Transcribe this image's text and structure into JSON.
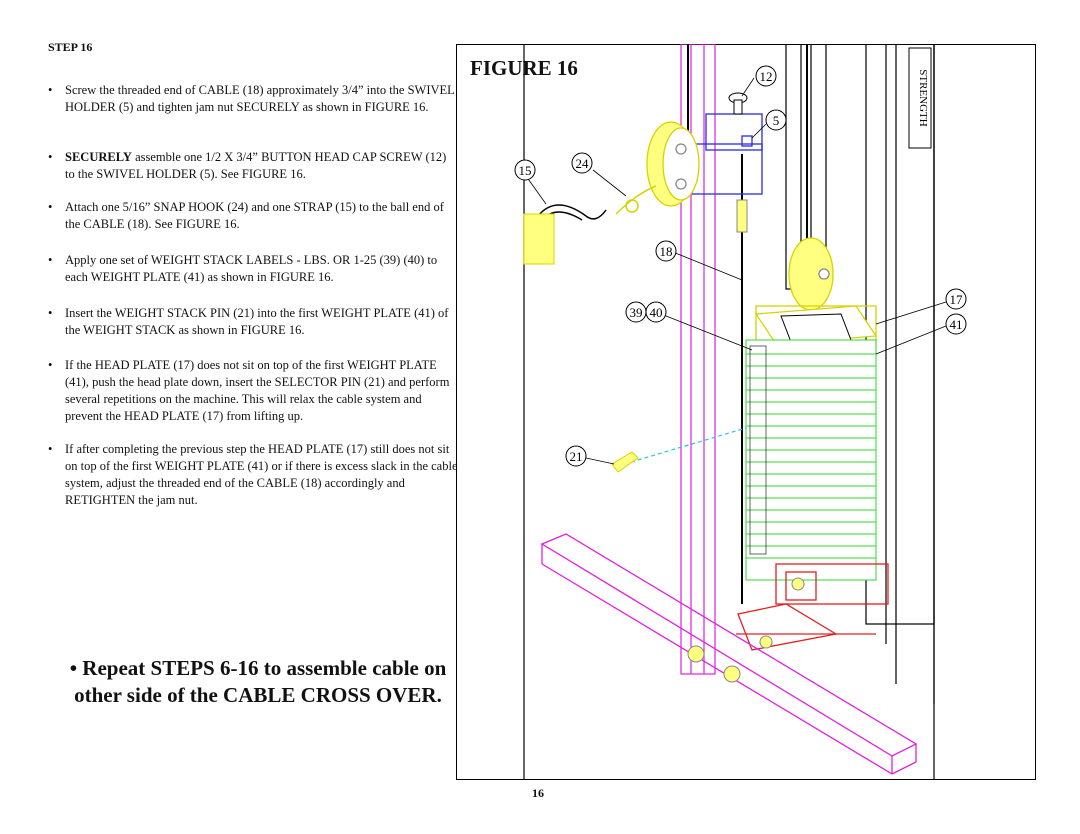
{
  "step": {
    "heading": "STEP 16"
  },
  "bullet_char": "•",
  "instructions": [
    {
      "lead": "",
      "text": "Screw the threaded end of CABLE (18) approximately 3/4” into the SWIVEL HOLDER (5) and tighten jam nut SECURELY as shown in FIGURE 16."
    },
    {
      "lead": "SECURELY",
      "text": " assemble one 1/2 X 3/4” BUTTON HEAD CAP SCREW (12) to the SWIVEL HOLDER (5). See FIGURE 16."
    },
    {
      "lead": "",
      "text": "Attach one 5/16” SNAP HOOK (24) and one STRAP (15) to the ball end of the CABLE (18). See FIGURE 16."
    },
    {
      "lead": "",
      "text": "Apply one set of WEIGHT STACK LABELS - LBS. OR 1-25 (39) (40) to each WEIGHT PLATE (41) as shown in FIGURE 16."
    },
    {
      "lead": "",
      "text": "Insert the WEIGHT STACK PIN (21) into the first WEIGHT PLATE (41) of the WEIGHT STACK as shown in FIGURE 16."
    },
    {
      "lead": "",
      "text": "If the HEAD PLATE (17) does not sit on top of the first WEIGHT PLATE (41), push the head plate down, insert the SELECTOR PIN (21) and perform several repetitions on the machine. This will relax the cable system and prevent the HEAD PLATE (17) from lifting up."
    },
    {
      "lead": "",
      "text": "If after completing the previous step the HEAD PLATE (17) still does not sit on top of the first WEIGHT PLATE (41) or if there is excess slack in the cable system, adjust the threaded end of the CABLE (18) accordingly and RETIGHTEN the jam nut."
    }
  ],
  "repeat_note": "• Repeat STEPS 6-16 to assemble cable on other side of the CABLE CROSS OVER.",
  "figure": {
    "title": "FIGURE 16",
    "column_lettering": "STRENGTH",
    "callouts": [
      {
        "id": "12",
        "label": "12"
      },
      {
        "id": "5",
        "label": "5"
      },
      {
        "id": "24",
        "label": "24"
      },
      {
        "id": "15",
        "label": "15"
      },
      {
        "id": "18",
        "label": "18"
      },
      {
        "id": "39",
        "label": "39"
      },
      {
        "id": "40",
        "label": "40"
      },
      {
        "id": "17",
        "label": "17"
      },
      {
        "id": "41",
        "label": "41"
      },
      {
        "id": "21",
        "label": "21"
      }
    ]
  },
  "page_number": "16"
}
